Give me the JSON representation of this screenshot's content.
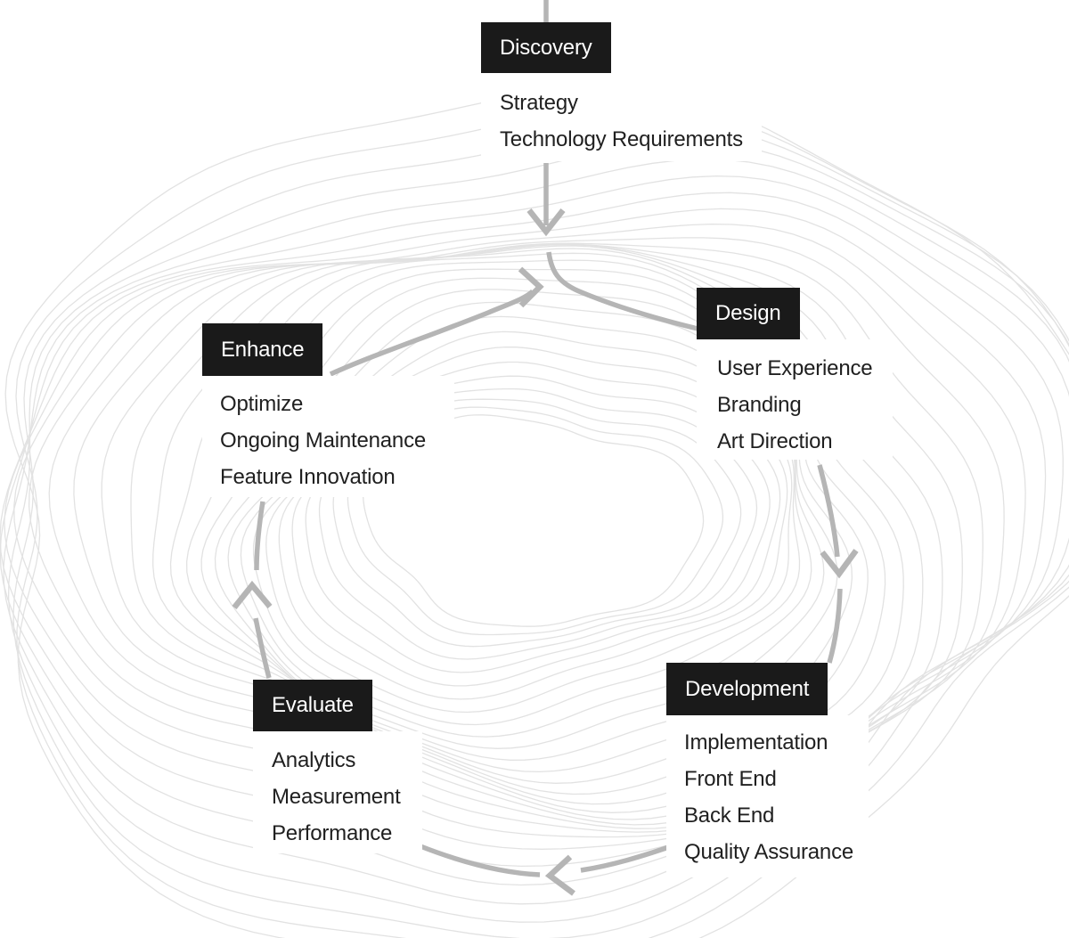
{
  "diagram": {
    "type": "cycle-flow",
    "nodes": [
      {
        "label": "Discovery",
        "items": [
          "Strategy",
          "Technology Requirements"
        ]
      },
      {
        "label": "Design",
        "items": [
          "User Experience",
          "Branding",
          "Art Direction"
        ]
      },
      {
        "label": "Development",
        "items": [
          "Implementation",
          "Front End",
          "Back End",
          "Quality Assurance"
        ]
      },
      {
        "label": "Evaluate",
        "items": [
          "Analytics",
          "Measurement",
          "Performance"
        ]
      },
      {
        "label": "Enhance",
        "items": [
          "Optimize",
          "Ongoing Maintenance",
          "Feature Innovation"
        ]
      }
    ],
    "flow": [
      "Discovery -> Design",
      "Design -> Development",
      "Development -> Evaluate",
      "Evaluate -> Enhance",
      "Enhance -> Discovery"
    ],
    "colors": {
      "node_bg": "#1a1a1a",
      "node_text": "#ffffff",
      "item_text": "#202020",
      "arrow": "#b5b5b5",
      "contour": "#e2e2e2",
      "panel": "#ffffff"
    }
  }
}
